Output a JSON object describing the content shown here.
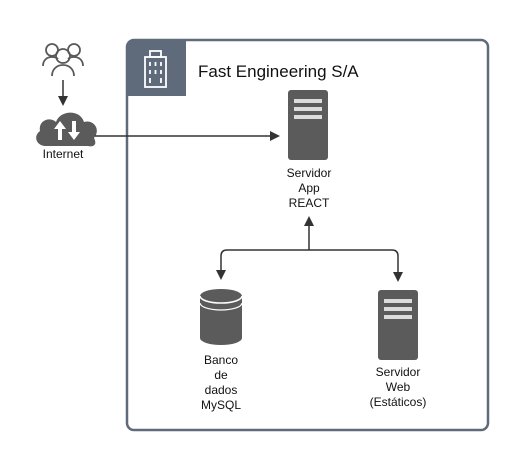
{
  "group": {
    "title": "Fast Engineering S/A",
    "icon": "office-building-icon"
  },
  "nodes": {
    "users": {
      "icon": "users-icon"
    },
    "internet": {
      "icon": "cloud-transfer-icon",
      "label": "Internet"
    },
    "app_server": {
      "icon": "server-icon",
      "label_lines": [
        "Servidor",
        "App",
        "REACT"
      ]
    },
    "database": {
      "icon": "database-icon",
      "label_lines": [
        "Banco",
        "de",
        "dados",
        "MySQL"
      ]
    },
    "web_server": {
      "icon": "server-icon",
      "label_lines": [
        "Servidor",
        "Web",
        "(Estáticos)"
      ]
    }
  },
  "colors": {
    "frame": "#5f6b7a",
    "header_bg": "#5f6b7a",
    "icon_dark": "#595959",
    "icon_light": "#dcdcdc",
    "line": "#333333"
  }
}
